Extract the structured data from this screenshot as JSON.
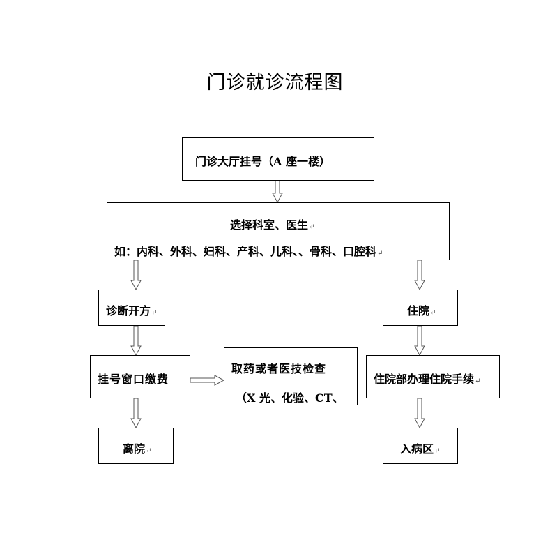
{
  "title": "门诊就诊流程图",
  "return_mark": "↵",
  "nodes": {
    "registration": {
      "text": "门诊大厅挂号（A 座一楼）"
    },
    "select": {
      "line1": "选择科室、医生",
      "line2": "如：内科、外科、妇科、产科、儿科、、骨科、口腔科"
    },
    "diagnose": {
      "text": "诊断开方"
    },
    "hospitalize": {
      "text": "住院"
    },
    "pay": {
      "text": "挂号窗口缴费"
    },
    "medicine": {
      "line1": "取药或者医技检查",
      "line2": "（X 光、化验、CT、"
    },
    "admission": {
      "text": "住院部办理住院手续"
    },
    "leave": {
      "text": "离院"
    },
    "ward": {
      "text": "入病区"
    }
  }
}
